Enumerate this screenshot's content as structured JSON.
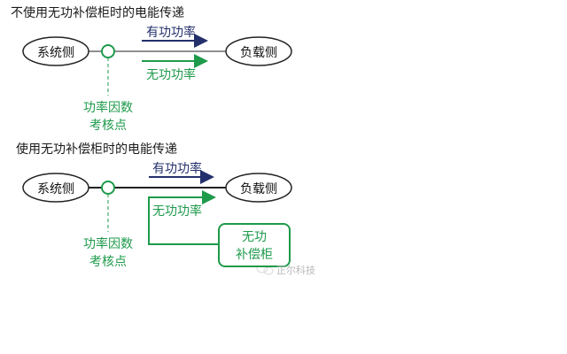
{
  "top": {
    "title": "不使用无功补偿柜时的电能传递",
    "source_label": "系统侧",
    "load_label": "负载侧",
    "active_power_label": "有功功率",
    "reactive_power_label": "无功功率",
    "pf_label_line1": "功率因数",
    "pf_label_line2": "考核点"
  },
  "bottom": {
    "title": "使用无功补偿柜时的电能传递",
    "source_label": "系统侧",
    "load_label": "负载侧",
    "active_power_label": "有功功率",
    "reactive_power_label": "无功功率",
    "pf_label_line1": "功率因数",
    "pf_label_line2": "考核点",
    "cabinet_line1": "无功",
    "cabinet_line2": "补偿柜"
  },
  "watermark": "正尔科技",
  "colors": {
    "active_power": "#23306b",
    "reactive_power": "#1e9a4b",
    "line": "#222222"
  }
}
